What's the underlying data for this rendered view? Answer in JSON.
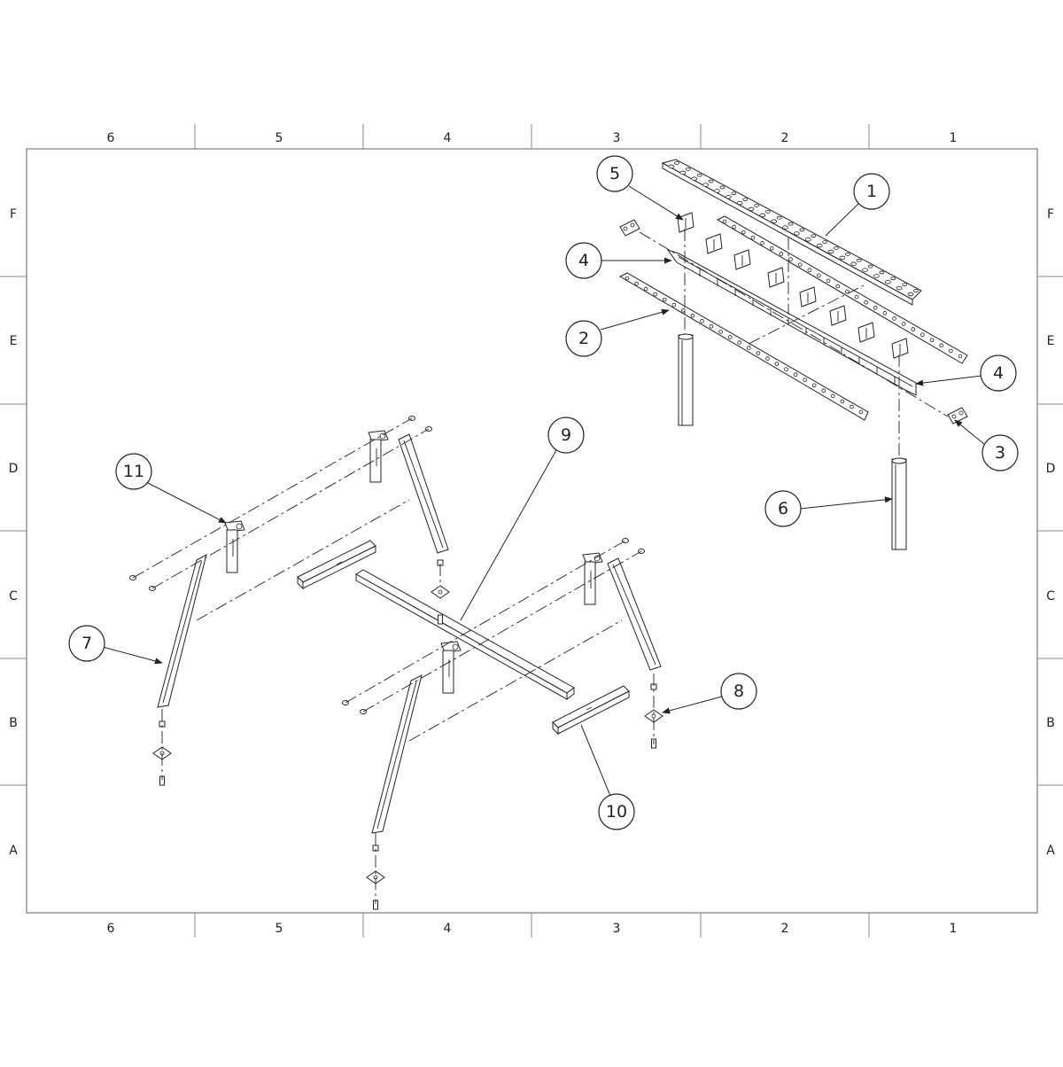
{
  "border": {
    "columns": [
      "6",
      "5",
      "4",
      "3",
      "2",
      "1"
    ],
    "rows": [
      "F",
      "E",
      "D",
      "C",
      "B",
      "A"
    ]
  },
  "callouts": [
    "1",
    "2",
    "3",
    "4",
    "4",
    "5",
    "6",
    "7",
    "8",
    "9",
    "10",
    "11"
  ]
}
